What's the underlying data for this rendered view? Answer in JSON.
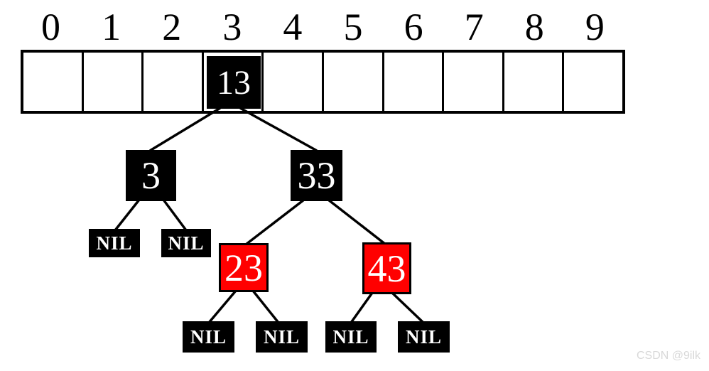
{
  "array": {
    "indices": [
      "0",
      "1",
      "2",
      "3",
      "4",
      "5",
      "6",
      "7",
      "8",
      "9"
    ],
    "cell_count": 10,
    "occupied_cell_index": "3"
  },
  "tree": {
    "root": {
      "label": "13",
      "color": "#000000"
    },
    "children": [
      {
        "label": "3",
        "color": "#000000",
        "children": [
          "NIL",
          "NIL"
        ]
      },
      {
        "label": "33",
        "color": "#000000",
        "children": [
          {
            "label": "23",
            "color": "#ff0000",
            "children": [
              "NIL",
              "NIL"
            ]
          },
          {
            "label": "43",
            "color": "#ff0000",
            "children": [
              "NIL",
              "NIL"
            ]
          }
        ]
      }
    ],
    "nil_label": "NIL"
  },
  "watermark": {
    "text": "CSDN @9ilk",
    "color": "#d8d8d8"
  },
  "colors": {
    "background": "#ffffff",
    "black_node": "#000000",
    "red_node": "#ff0000",
    "node_text": "#ffffff",
    "edge": "#000000",
    "cell_border": "#000000",
    "index_text": "#000000"
  }
}
